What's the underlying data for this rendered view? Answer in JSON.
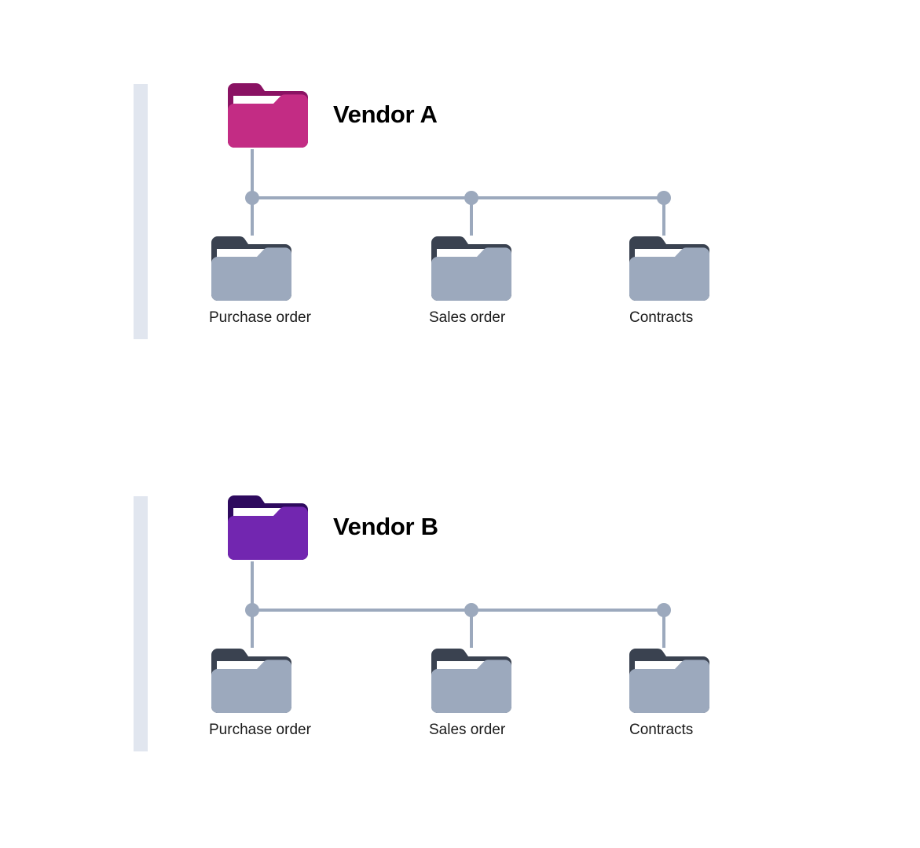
{
  "diagram": {
    "title_hidden": "",
    "type": "vendor folder hierarchy",
    "colors": {
      "accent_bar": "#e1e6ef",
      "connector_line": "#9ca9bd",
      "connector_node": "#9ca9bd",
      "folder_gray_front": "#9ca9bd",
      "folder_gray_back": "#3a4250",
      "folder_paper": "#ffffff",
      "vendor_a_front": "#c32c84",
      "vendor_a_back": "#8a1263",
      "vendor_b_front": "#7226b0",
      "vendor_b_back": "#2e0a5e",
      "label_text": "#1a1a1a",
      "title_text": "#000000",
      "background": "#ffffff"
    },
    "groups": [
      {
        "id": "vendor-a",
        "title": "Vendor A",
        "root_icon": "folder-icon",
        "children": [
          {
            "label": "Purchase order",
            "icon": "folder-icon"
          },
          {
            "label": "Sales order",
            "icon": "folder-icon"
          },
          {
            "label": "Contracts",
            "icon": "folder-icon"
          }
        ]
      },
      {
        "id": "vendor-b",
        "title": "Vendor B",
        "root_icon": "folder-icon",
        "children": [
          {
            "label": "Purchase order",
            "icon": "folder-icon"
          },
          {
            "label": "Sales order",
            "icon": "folder-icon"
          },
          {
            "label": "Contracts",
            "icon": "folder-icon"
          }
        ]
      }
    ]
  }
}
